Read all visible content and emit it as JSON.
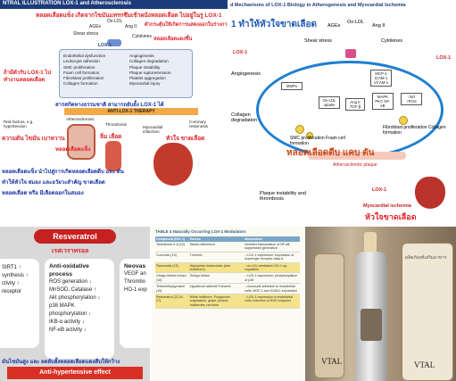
{
  "tile1": {
    "header": "NTRAL ILLUSTRATION  LOX-1 and Atherosclerosis",
    "thai_top": "หลอดเลือดแข็ง เกิดจากไขมันแทรกซึมเข้าผนังหลอดเลือด ไปอยู่ในรู LOX-1",
    "stimuli": [
      "Ox-LDL",
      "AGEs",
      "Ang II",
      "Shear stress",
      "Cytokines"
    ],
    "thai_right1": "ตัวกระตุ้นให้เกิดการแสดงออกในร่างกาย",
    "thai_right2": "หลอดเลือดแดงขึ้น",
    "thai_left": "ถ้ามีตัวรับ LOX-1 ไปทำงานหลอดเลือด",
    "lox1": "LOX-1",
    "effects_left": [
      "Endothelial dysfunction",
      "Leukocyte adhesion",
      "SMC proliferation",
      "Foam cell formation",
      "Fibroblast proliferation",
      "Collagen formation"
    ],
    "effects_right": [
      "Angiogenesis",
      "Collagen degradation",
      "Plaque instability",
      "Plaque rupture/erosion",
      "Platelet aggregation",
      "Myocardial injury"
    ],
    "thai_mid": "สารสกัดทางธรรมชาติ สามารถยับยั้ง LOX-1 ได้",
    "anti": "ANTI-LOX-1 THERAPY",
    "risk": "Risk factors, e.g. hypertension",
    "athero": "Atherosclerosis",
    "thrombosis": "Thrombosis",
    "mi": "Myocardial infarction",
    "coronary": "Coronary restenosis",
    "thai_b1": "ความดัน ไขมัน เบาหวาน",
    "thai_b2": "หลอดเลือดแข็ง",
    "thai_b3": "ลิ่ม เลือด",
    "thai_b4": "หัวใจ ขาดเลือด",
    "thai_b5": "หลอดเลือดแข็ง นำไปสู่การเกิดหลอดเลือดตีบ และ ตัน",
    "thai_b6": "ทำให้หัวใจ สมอง และอวัยวะสำคัญ ขาดเลือด",
    "thai_b7": "หลอดเลือด หรือ มีเลือดออกในสมอง"
  },
  "tile2": {
    "header": "d Mechanisms of LOX-1 Biology in Atherogenesis and Myocardial Ischemia",
    "thai_title": "1 ทำให้หัวใจขาดเลือด",
    "stimuli": [
      "AGEs",
      "Ox-LDL",
      "Ang II",
      "Shear stress",
      "Cytokines"
    ],
    "lox1": "LOX-1",
    "left_label": "Angiogenesis",
    "collagen": "Collagen degradation",
    "nodes": [
      "MMPs",
      "Ox-LDL uptake",
      "Ang II TGF-β",
      "MCP-1 ICAM-1 VCAM-1",
      "MAPK PKC NF-κB",
      "↓NO ↑ROS"
    ],
    "smc": "SMC proliferation Foam cell formation",
    "fibro": "Fibroblast proliferation Collagen formation",
    "thai_mid": "หลอดเลือดตีบ แคบ ตัน",
    "plaque_label": "Atherosclerotic plaque",
    "instab": "Plaque instability and thrombosis",
    "ischemia": "Myocardial ischemia",
    "thai_bottom": "หัวใจขาดเลือด",
    "lox_labels": [
      "LOX-1",
      "LOX-1",
      "LOX-1"
    ]
  },
  "tile3": {
    "title": "Resveratrol",
    "thai": "เรสเวราทรอล",
    "left_items": [
      "SIRT1 ↑",
      "synthesis ↑",
      "ctivity ↑",
      "receptor"
    ],
    "mid_title": "Anti-oxidative process",
    "mid_items": [
      "ROS generation ↓",
      "MnSOD, Catalase ↑",
      "Akt phosphorylation ↓",
      "p38 MAPK",
      "phosphorylation ↓",
      "IKB-α activity ↓",
      "NF-κB activity ↓"
    ],
    "right_title": "Neovas",
    "right_items": [
      "VEGF an",
      "Thrombo",
      "HO-1 exp"
    ],
    "thai_bottom": "มันไขมันสูง และ ลดยับยั้งหลอดเลือดแดงตีบให้กว้าง",
    "footer": "Anti-hypertensive effect"
  },
  "tile4": {
    "caption": "TABLE 4  Naturally Occurring LOX-1 Modulators",
    "headers": [
      "Compound (Ref. #)",
      "Source",
      "Mechanism"
    ],
    "rows": [
      [
        "Tanshinone II-A (12)",
        "Salvia miltiorrhiza",
        "Inhibited translocation of NF-κB; suppressed generation"
      ],
      [
        "Curcumin (13)",
        "Turmeric",
        "↓ LOX-1 expression; expression of scavenger receptor class A"
      ],
      [
        "Flavonoids (15)",
        "Hippophae rhamnoides (sea buckthorn)",
        "↓ ox-LDL-mediated LOX-1 up-regulation"
      ],
      [
        "Ginkgo biloba extract (16)",
        "Ginkgo biloba",
        "↓ LOX-1 expression; phosphorylation of p38"
      ],
      [
        "Tetramethylpyrazine (19)",
        "Ligusticum wallichii Franchet",
        "↓ monocyte adhesion to endothelial cells; MCP-1 and ICAM-1 expression"
      ],
      [
        "Resveratrol (22,24-27)",
        "White hellebore, Polygonum cuspidatum, grape, peanut, mulberries, red wine",
        "↓ LOX-1 expression in endothelial cells; induction of SOD enzymes"
      ]
    ]
  },
  "tile5": {
    "brand1": "VTAL",
    "brand2": "VTAL",
    "side_text": "ผลิตภัณฑ์เสริมอาหาร"
  }
}
